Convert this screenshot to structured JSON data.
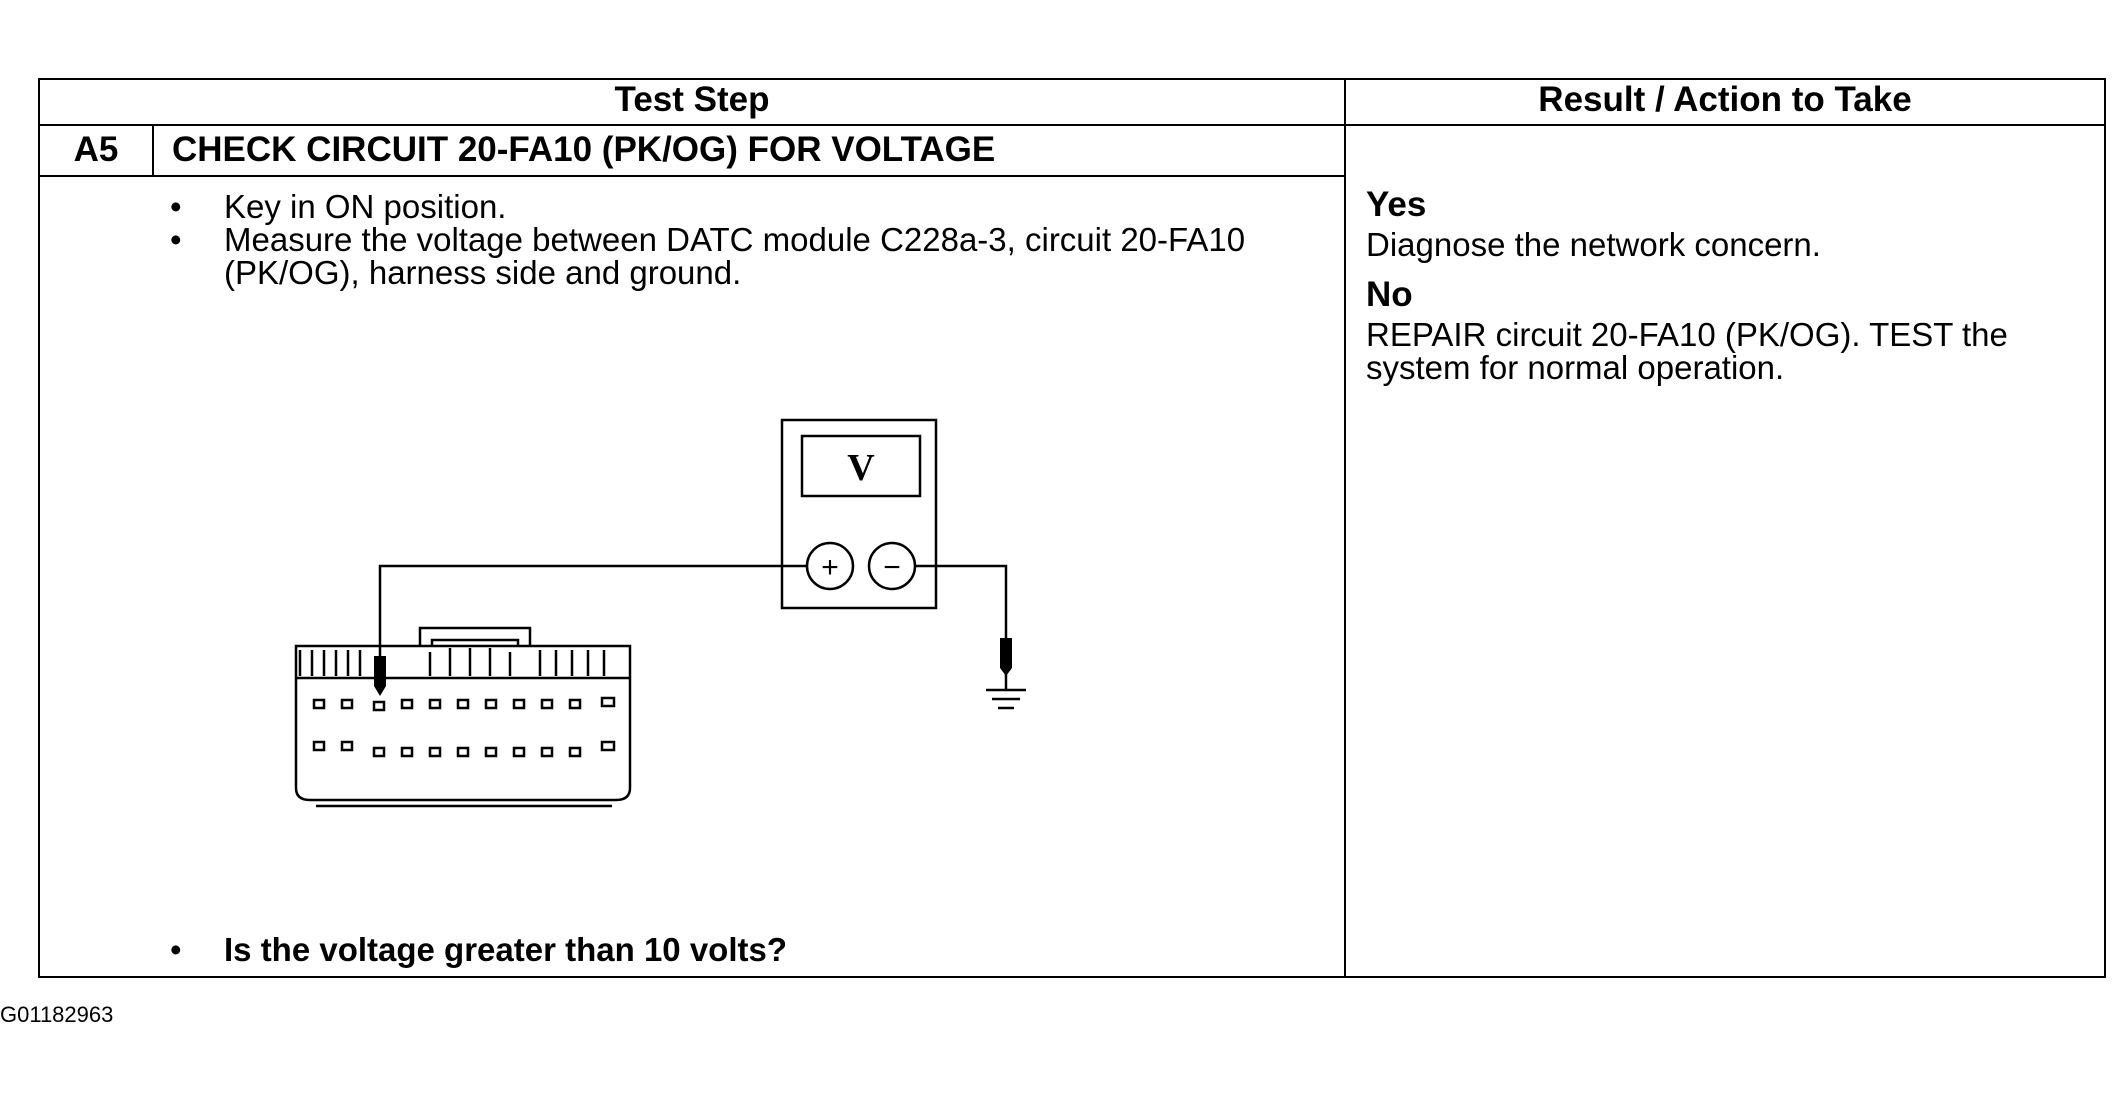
{
  "table": {
    "header_left": "Test Step",
    "header_right": "Result / Action to Take"
  },
  "step": {
    "id": "A5",
    "title": "CHECK CIRCUIT 20-FA10 (PK/OG) FOR VOLTAGE",
    "instructions": [
      "Key in ON position.",
      "Measure the voltage between DATC module C228a-3, circuit 20-FA10 (PK/OG), harness side and ground."
    ],
    "question": "Is the voltage greater than 10 volts?"
  },
  "diagram": {
    "meter_label": "V",
    "plus_symbol": "+",
    "minus_symbol": "−"
  },
  "results": {
    "yes_label": "Yes",
    "yes_action": "Diagnose the network concern.",
    "no_label": "No",
    "no_action": "REPAIR circuit 20-FA10 (PK/OG). TEST the system for normal operation."
  },
  "footer": {
    "figure_id": "G01182963"
  }
}
